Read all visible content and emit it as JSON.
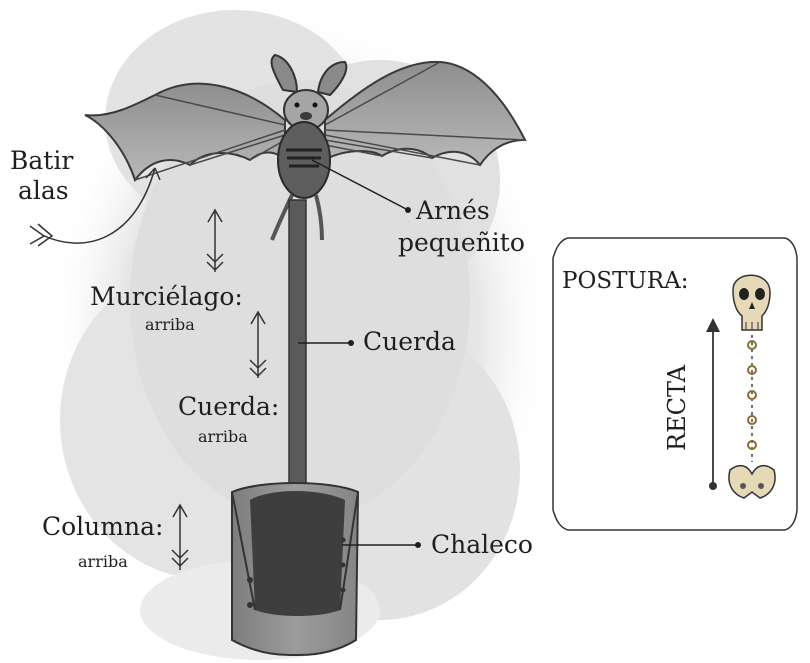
{
  "labels": {
    "batir": "Batir",
    "alas": "alas",
    "arnes": "Arnés",
    "pequenito": "pequeñito",
    "murcielago": "Murciélago:",
    "murcielago_sub": "arriba",
    "cuerda_pointer": "Cuerda",
    "cuerda_up": "Cuerda:",
    "cuerda_sub": "arriba",
    "columna": "Columna:",
    "columna_sub": "arriba",
    "chaleco": "Chaleco"
  },
  "posture": {
    "title": "POSTURA:",
    "value": "RECTA"
  },
  "icons": [
    "bat-icon",
    "skull-icon",
    "pelvis-icon",
    "arrow-up-icon",
    "vest-icon"
  ]
}
